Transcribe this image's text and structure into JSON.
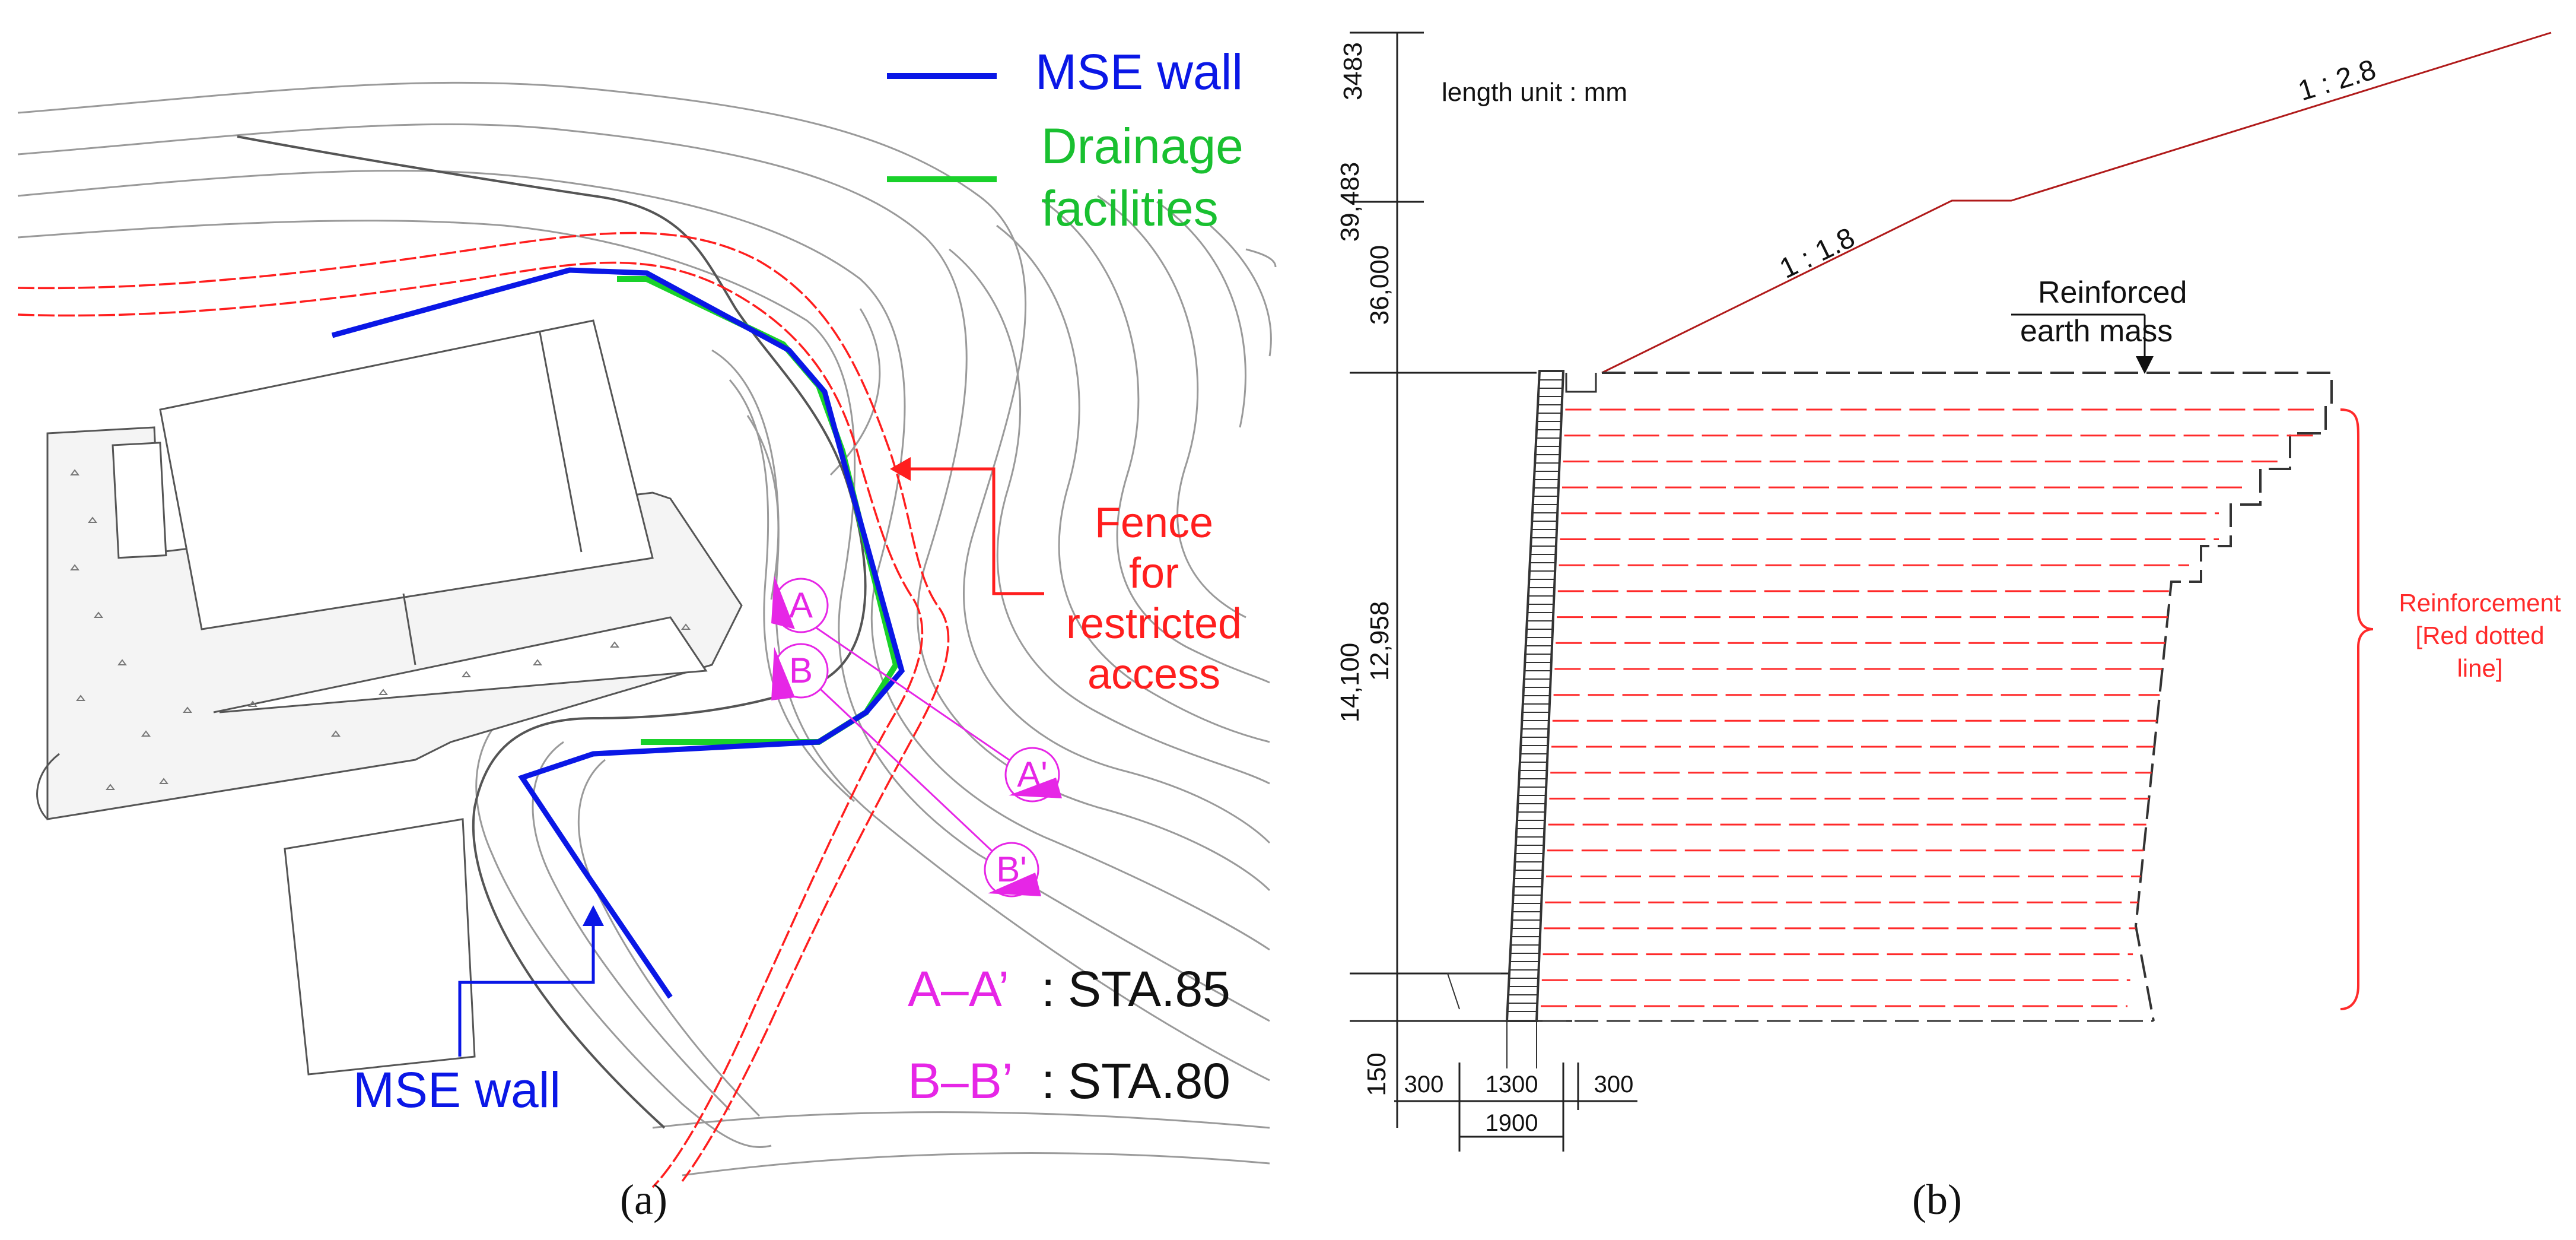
{
  "panel_a": {
    "caption": "(a)",
    "legend": {
      "mse_wall": "MSE wall",
      "drainage_line1": "Drainage",
      "drainage_line2": "facilities"
    },
    "fence_label": [
      "Fence",
      "for",
      "restricted",
      "access"
    ],
    "mse_wall_label": "MSE wall",
    "sections": [
      {
        "marker": "A",
        "label": "A–A’",
        "station": "STA.85"
      },
      {
        "marker": "B",
        "label": "B–B’",
        "station": "STA.80"
      }
    ],
    "section_marker_A_prime": "A'",
    "section_marker_B_prime": "B'",
    "colon": ":",
    "colors": {
      "mse_wall": "#0a17e6",
      "drainage": "#19d12a",
      "fence": "#ff1e1e",
      "section": "#e626e6",
      "contour": "#8c8c8c"
    }
  },
  "panel_b": {
    "caption": "(b)",
    "unit_note": "length unit : mm",
    "slope_upper": "1 : 2.8",
    "slope_lower": "1 : 1.8",
    "reinforced_mass_line1": "Reinforced",
    "reinforced_mass_line2": "earth mass",
    "reinforcement_line1": "Reinforcement",
    "reinforcement_line2": "[Red dotted",
    "reinforcement_line3": "line]",
    "dims": {
      "d3483": "3483",
      "d39483": "39,483",
      "d36000": "36,000",
      "d14100": "14,100",
      "d12958": "12,958",
      "d150": "150",
      "d300_left": "300",
      "d1300": "1300",
      "d300_right": "300",
      "d1900": "1900"
    },
    "colors": {
      "reinforcement": "#ff2a2a",
      "slope": "#b01a1a"
    }
  }
}
